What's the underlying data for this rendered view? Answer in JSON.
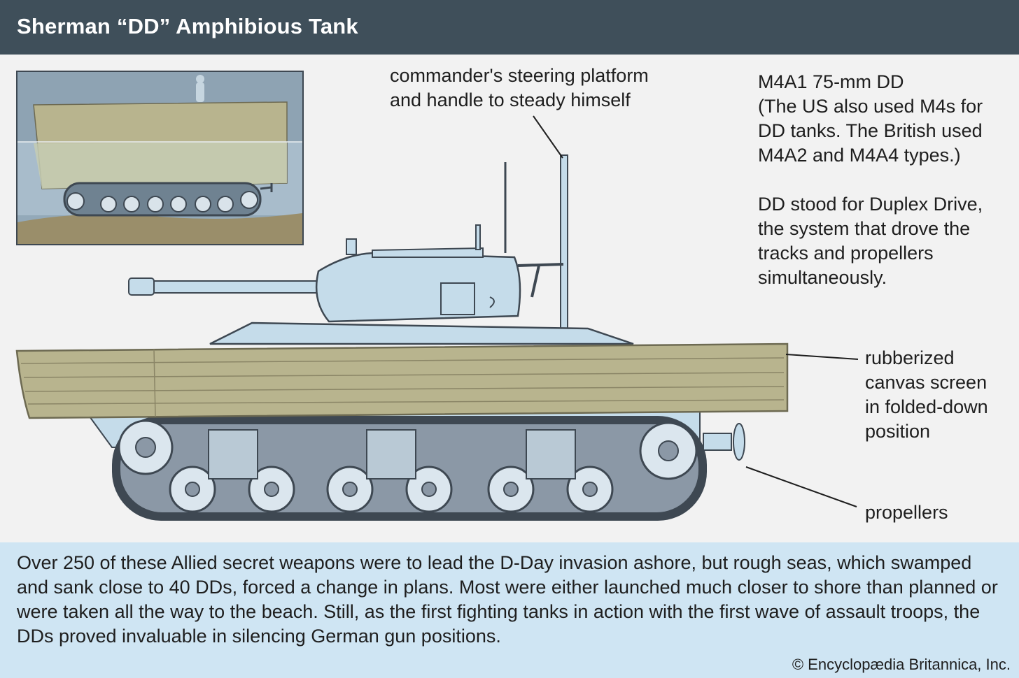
{
  "header": {
    "title": "Sherman “DD” Amphibious Tank"
  },
  "labels": {
    "steering_platform": "commander's steering platform\nand handle to steady himself",
    "model_note": "M4A1 75-mm DD\n(The US also used M4s for\nDD tanks. The British used\nM4A2 and M4A4 types.)",
    "dd_note": "DD stood for Duplex Drive,\nthe system that drove the\ntracks and propellers\nsimultaneously.",
    "canvas_screen": "rubberized\ncanvas screen\nin folded-down\nposition",
    "propellers": "propellers"
  },
  "footer": {
    "text": "Over 250 of these Allied secret weapons were to lead the D-Day invasion ashore, but rough seas, which swamped and sank close to 40 DDs, forced a change in plans. Most were either launched much closer to shore than planned or were taken all the way to the beach. Still, as the first fighting tanks in action with the first wave of assault troops, the DDs proved invaluable in silencing German gun positions.",
    "copyright": "© Encyclopædia Britannica, Inc."
  },
  "colors": {
    "header_bg": "#3f4f5a",
    "tank_body": "#c5dcea",
    "canvas": "#b8b48e",
    "track": "#3e4852",
    "water": "#a8bccb",
    "footer_bg": "#cfe5f3"
  }
}
